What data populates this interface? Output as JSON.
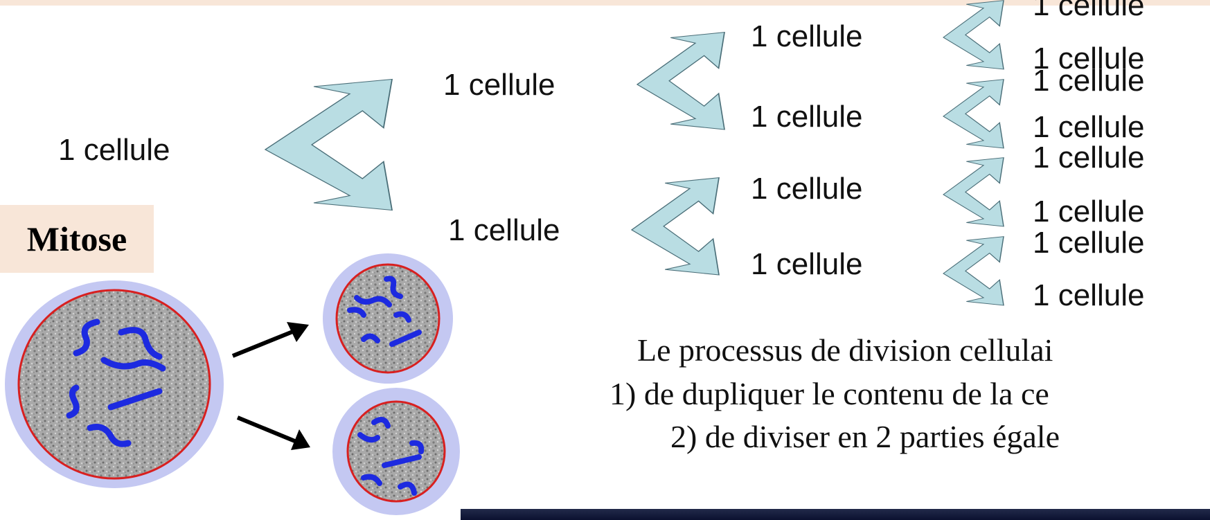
{
  "diagram": {
    "cell_label": "1 cellule",
    "mitose_label": "Mitose",
    "description": [
      "Le processus de division cellulai",
      "1) de dupliquer le contenu de la ce",
      "2) de diviser en 2 parties égale"
    ],
    "colors": {
      "arrow_fill": "#b9dde3",
      "arrow_stroke": "#4a6e78",
      "halo": "#c4c8f2",
      "membrane": "#d82020",
      "chromosome": "#1d2ae0",
      "accent_band": "#f8e6d8",
      "bottom_band": "#141b3c"
    }
  }
}
